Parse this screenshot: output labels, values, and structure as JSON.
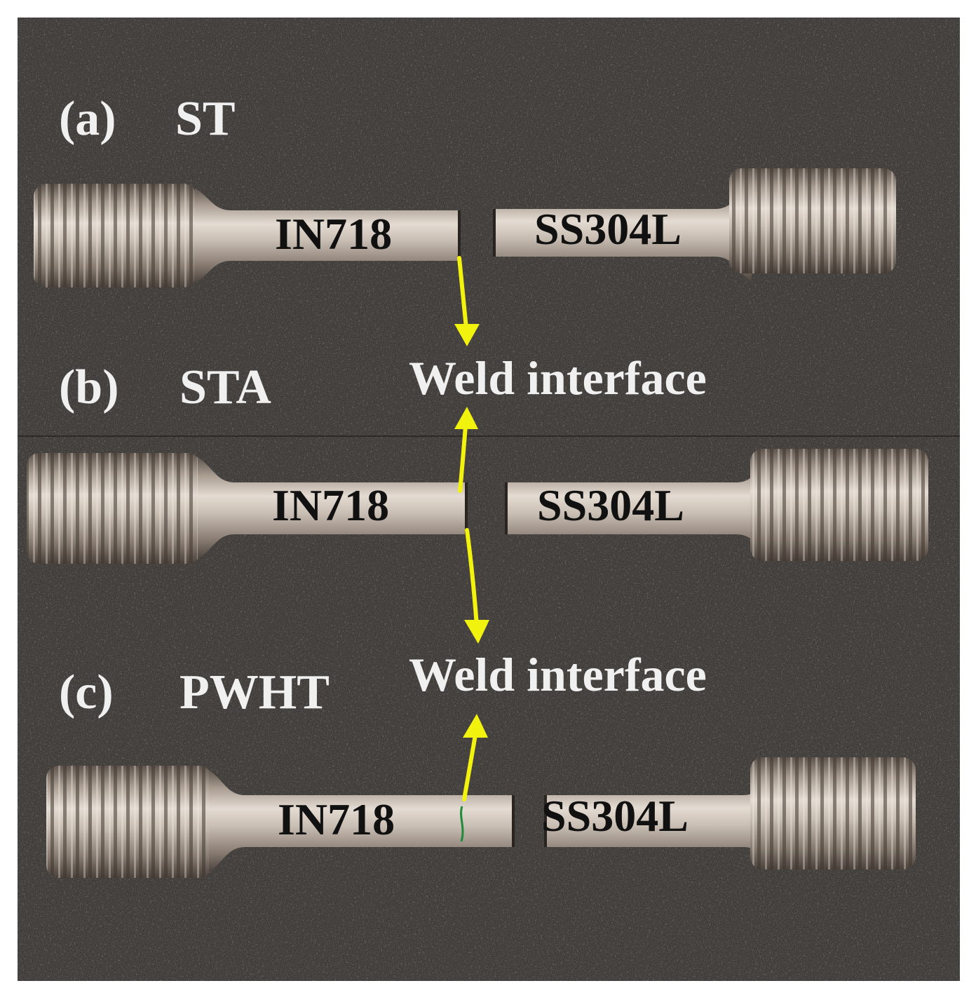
{
  "panels": [
    {
      "id": "a",
      "tag": "(a)",
      "treatment": "ST",
      "left_material": "IN718",
      "right_material": "SS304L"
    },
    {
      "id": "b",
      "tag": "(b)",
      "treatment": "STA",
      "left_material": "IN718",
      "right_material": "SS304L"
    },
    {
      "id": "c",
      "tag": "(c)",
      "treatment": "PWHT",
      "left_material": "IN718",
      "right_material": "SS304L"
    }
  ],
  "annotations": {
    "weld_interface_1": "Weld interface",
    "weld_interface_2": "Weld interface"
  },
  "colors": {
    "background": "#2b2826",
    "arrow": "#f2f20f",
    "steel_light": "#d6ccc2",
    "steel_dark": "#6e6258",
    "weld_mark": "#1f8a3a"
  }
}
